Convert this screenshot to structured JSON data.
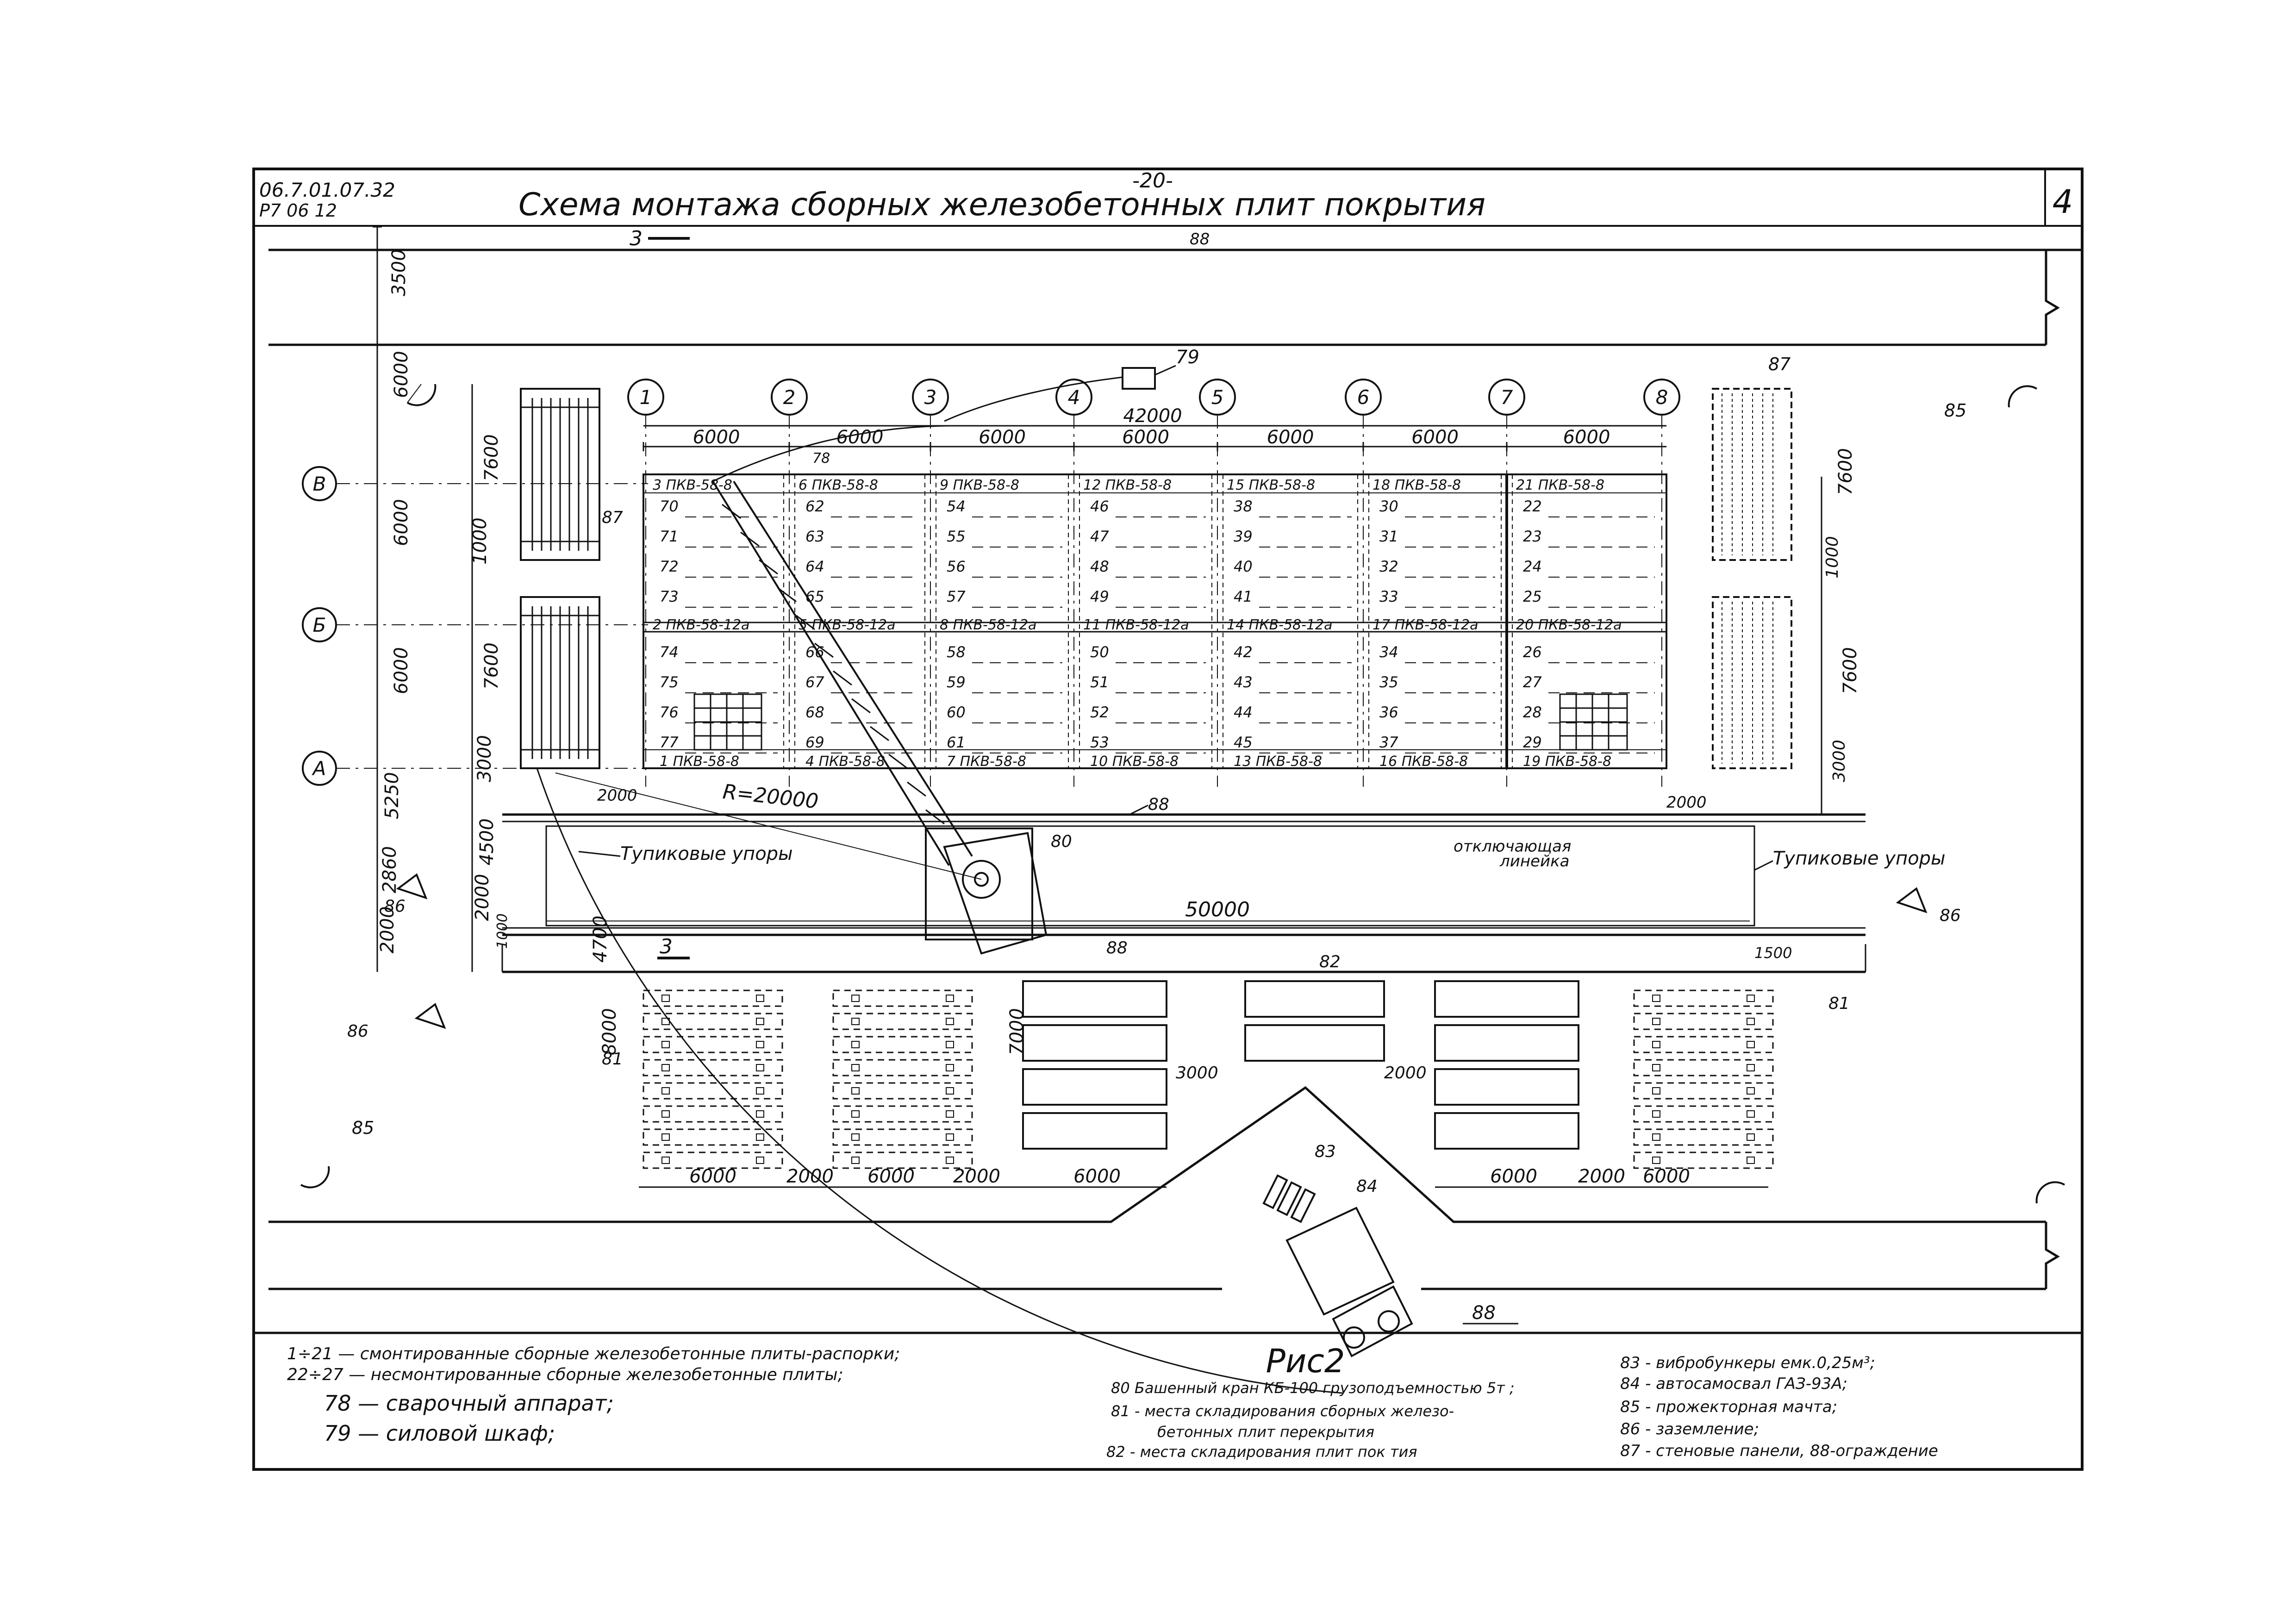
{
  "header": {
    "doc_code_1": "06.7.01.07.32",
    "doc_code_2": "Р7 06 12",
    "page_number": "-20-",
    "title": "Схема монтажа сборных железобетонных плит покрытия",
    "sheet_number": "4"
  },
  "axes": {
    "columns": [
      "1",
      "2",
      "3",
      "4",
      "5",
      "6",
      "7",
      "8"
    ],
    "rows": [
      "В",
      "Б",
      "А"
    ]
  },
  "dimensions": {
    "overall_length": "42000",
    "bay_width": "6000",
    "crane_track_length": "50000",
    "crane_radius": "R=20000",
    "left_heights": [
      "3500",
      "6000",
      "6000",
      "6000",
      "5250",
      "2860",
      "2000"
    ],
    "left_inner": [
      "7600",
      "1000",
      "7600",
      "3000",
      "4500",
      "2000",
      "1000",
      "4700"
    ],
    "misc": [
      "1000",
      "2000",
      "2000",
      "1500",
      "3000",
      "2000",
      "8000",
      "7000"
    ],
    "bottom_row": [
      "6000",
      "2000",
      "6000",
      "2000",
      "6000",
      "6000",
      "2000",
      "6000"
    ],
    "section_mark": "3"
  },
  "labels": {
    "dead_stops": "Тупиковые упоры",
    "switch_ruler_1": "отключающая",
    "switch_ruler_2": "линейка",
    "figure_caption": "Рис2"
  },
  "slab_cells": {
    "top": [
      "3 ПКВ-58-8",
      "6 ПКВ-58-8",
      "9 ПКВ-58-8",
      "12 ПКВ-58-8",
      "15 ПКВ-58-8",
      "18 ПКВ-58-8",
      "21 ПКВ-58-8"
    ],
    "middle": [
      "2 ПКВ-58-12а",
      "5 ПКВ-58-12а",
      "8 ПКВ-58-12а",
      "11 ПКВ-58-12а",
      "14 ПКВ-58-12а",
      "17 ПКВ-58-12а",
      "20 ПКВ-58-12а"
    ],
    "bottom": [
      "1 ПКВ-58-8",
      "4 ПКВ-58-8",
      "7 ПКВ-58-8",
      "10 ПКВ-58-8",
      "13 ПКВ-58-8",
      "16 ПКВ-58-8",
      "19 ПКВ-58-8"
    ],
    "upper_numbers": [
      [
        "70",
        "71",
        "72",
        "73"
      ],
      [
        "62",
        "63",
        "64",
        "65"
      ],
      [
        "54",
        "55",
        "56",
        "57"
      ],
      [
        "46",
        "47",
        "48",
        "49"
      ],
      [
        "38",
        "39",
        "40",
        "41"
      ],
      [
        "30",
        "31",
        "32",
        "33"
      ],
      [
        "22",
        "23",
        "24",
        "25"
      ]
    ],
    "lower_numbers": [
      [
        "74",
        "75",
        "76",
        "77"
      ],
      [
        "66",
        "67",
        "68",
        "69"
      ],
      [
        "58",
        "59",
        "60",
        "61"
      ],
      [
        "50",
        "51",
        "52",
        "53"
      ],
      [
        "42",
        "43",
        "44",
        "45"
      ],
      [
        "34",
        "35",
        "36",
        "37"
      ],
      [
        "26",
        "27",
        "28",
        "29"
      ]
    ]
  },
  "callouts": [
    "79",
    "78",
    "87",
    "87",
    "85",
    "85",
    "86",
    "86",
    "86",
    "88",
    "88",
    "88",
    "80",
    "81",
    "81",
    "82",
    "83",
    "84"
  ],
  "legend": {
    "left": [
      "1÷21 — смонтированные сборные железобетонные плиты-распорки;",
      "22÷27 — несмонтированные сборные железобетонные плиты;",
      "78 — сварочный аппарат;",
      "79 — силовой шкаф;"
    ],
    "middle": [
      "80 Башенный кран КБ-100 грузоподъемностью 5т ;",
      "81 - места складирования сборных железо-",
      "бетонных плит перекрытия",
      "82 - места складирования плит пок  тия"
    ],
    "right": [
      "83 - вибробункеры емк.0,25м³;",
      "84 - автосамосвал ГАЗ-93А;",
      "85 - прожекторная мачта;",
      "86 - заземление;",
      "87 - стеновые панели,   88-ограждение"
    ]
  },
  "colors": {
    "ink": "#111111",
    "paper": "#ffffff"
  }
}
